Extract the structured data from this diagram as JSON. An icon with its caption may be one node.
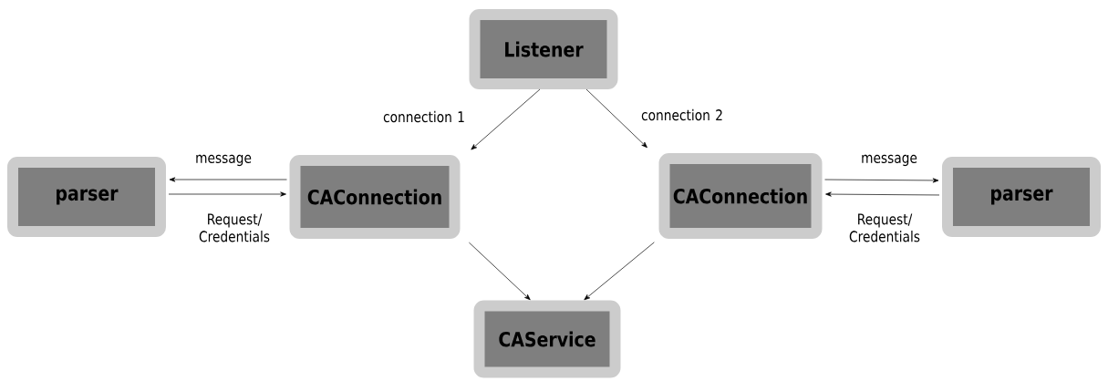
{
  "diagram": {
    "nodes": [
      {
        "text": [
          "Listener"
        ]
      },
      {
        "text": [
          "parser"
        ]
      },
      {
        "text": [
          "CAConnection"
        ]
      },
      {
        "text": [
          "CAConnection"
        ]
      },
      {
        "text": [
          "parser"
        ]
      },
      {
        "text": [
          "CAService"
        ]
      }
    ],
    "edges": [
      {
        "from": 0,
        "to": 2,
        "arrow": "to",
        "label": "connection 1"
      },
      {
        "from": 0,
        "to": 3,
        "arrow": "to",
        "label": "connection 2"
      },
      {
        "from": 2,
        "to": 1,
        "arrow": "to",
        "label": "message"
      },
      {
        "from": 1,
        "to": 2,
        "arrow": "to",
        "label": "Request/ Credentials"
      },
      {
        "from": 3,
        "to": 4,
        "arrow": "to",
        "label": "message"
      },
      {
        "from": 4,
        "to": 3,
        "arrow": "to",
        "label": "Request/ Credentials"
      },
      {
        "from": 2,
        "to": 5,
        "arrow": "to"
      },
      {
        "from": 3,
        "to": 5,
        "arrow": "to"
      }
    ]
  }
}
